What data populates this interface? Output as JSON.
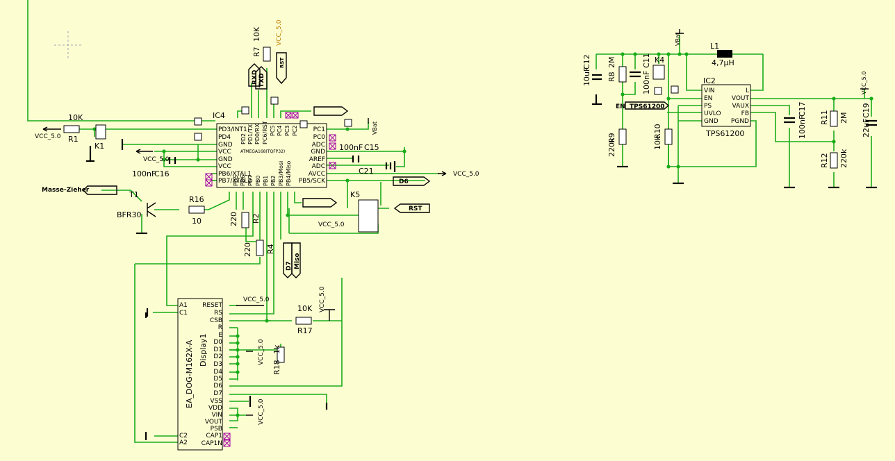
{
  "schematic": {
    "mcu": {
      "ref": "IC4",
      "value": "ATMEGA168(TQFP32)",
      "left_pins": [
        "PD3/INT1",
        "PD4",
        "GND",
        "VCC",
        "GND",
        "VCC",
        "PB6/XTAL1",
        "PB7/XTAL2"
      ],
      "right_pins": [
        "PC1",
        "PC0",
        "ADC",
        "GND",
        "AREF",
        "ADC",
        "AVCC",
        "PB5/SCK"
      ],
      "top_pins": [
        "PD2",
        "PD1/TX",
        "PD0/RX",
        "PC6/RST",
        "PC5",
        "PC4",
        "PC3",
        "PC2"
      ],
      "bottom_pins": [
        "PD5",
        "PD6",
        "PD7",
        "PB0",
        "PB1",
        "PB2",
        "PB3/Mosi",
        "PB4/Miso"
      ]
    },
    "regulator": {
      "ref": "IC2",
      "value": "TPS61200",
      "left_pins": [
        "VIN",
        "EN",
        "PS",
        "UVLO",
        "GND"
      ],
      "right_pins": [
        "L",
        "VOUT",
        "VAUX",
        "FB",
        "PGND"
      ]
    },
    "display": {
      "ref": "Display1",
      "value": "EA_DOG-M162X-A",
      "left_pins": [
        "A1",
        "C1",
        "C2",
        "A2"
      ],
      "right_pins": [
        "RESET",
        "RS",
        "CSB",
        "R",
        "E",
        "D0",
        "D1",
        "D2",
        "D3",
        "D4",
        "D5",
        "D6",
        "D7",
        "VSS",
        "VDD",
        "VIN",
        "VOUT",
        "PSB",
        "CAP1",
        "CAP1N"
      ]
    },
    "parts": {
      "r1": "R1",
      "r1_val": "10K",
      "k1": "K1",
      "r7": "R7",
      "r7_val": "10K",
      "r16": "R16",
      "r16_val": "10",
      "r2": "R2",
      "r2_val": "220",
      "r4": "R4",
      "r4_val": "220",
      "r17": "R17",
      "r17_val": "10K",
      "r18": "R18",
      "r18_val": "1k",
      "t1": "T1",
      "t1_val": "BFR30",
      "c15": "C15",
      "c15_val": "100nF",
      "c16": "C16",
      "c16_val": "100nF",
      "c21": "C21",
      "k5": "K5",
      "c12": "C12",
      "c12_val": "10uF",
      "r8": "R8",
      "r8_val": "2M",
      "c11": "C11",
      "c11_val": "100nF",
      "k4": "K4",
      "l1": "L1",
      "l1_val": "4,7µH",
      "r9": "R9",
      "r9_val": "220k",
      "r10": "R10",
      "r10_val": "10k",
      "c17": "C17",
      "c17_val": "100nF",
      "r11": "R11",
      "r11_val": "2M",
      "r12": "R12",
      "r12_val": "220k",
      "c19": "C19",
      "c19_val": "22uF"
    },
    "nets": {
      "vcc": "VCC_5.0",
      "vbat": "VBat",
      "rxd": "RXD",
      "txd": "TXD",
      "rst": "RST",
      "d6": "D6",
      "d7": "D7",
      "miso": "Miso",
      "en": "EN",
      "masse": "Masse-Zieher",
      "tps_tag": "TPS61200"
    }
  }
}
